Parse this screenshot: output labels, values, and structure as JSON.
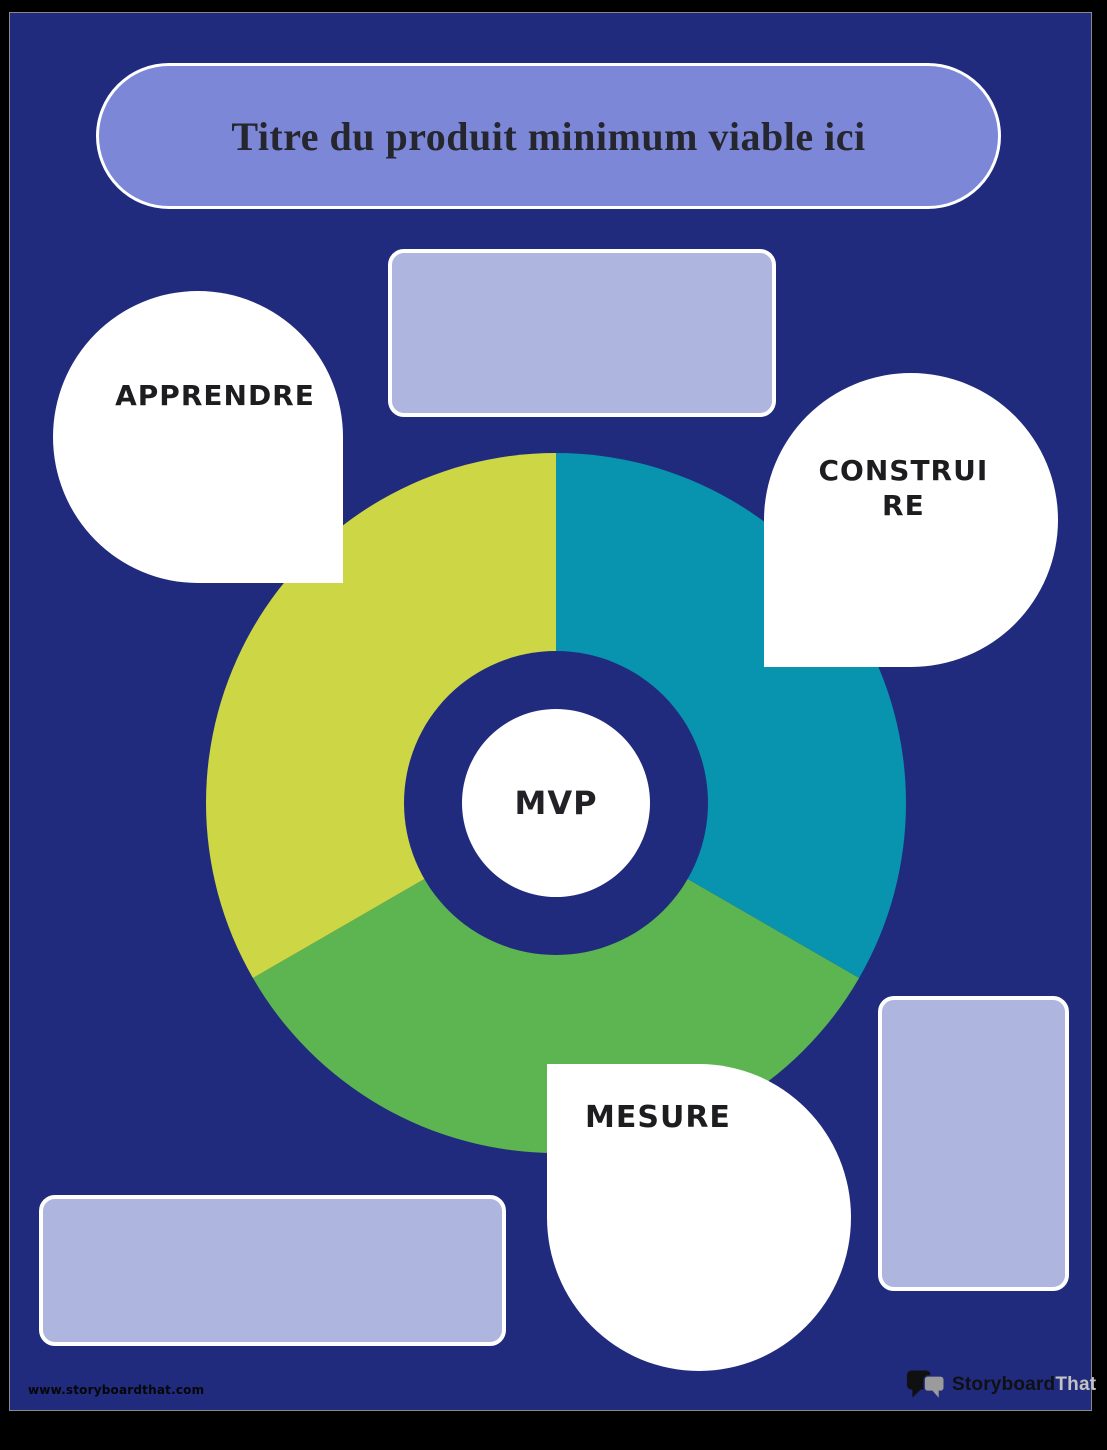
{
  "title": "Titre du produit minimum viable ici",
  "diagram": {
    "center_label": "MVP",
    "segments": [
      {
        "id": "construire",
        "label": "CONSTRUIRE",
        "color": "#0893ae",
        "fraction": 0.333,
        "position": "right"
      },
      {
        "id": "mesure",
        "label": "MESURE",
        "color": "#5cb551",
        "fraction": 0.333,
        "position": "bottom"
      },
      {
        "id": "apprendre",
        "label": "APPRENDRE",
        "color": "#cdd645",
        "fraction": 0.333,
        "position": "left"
      }
    ]
  },
  "footer": {
    "website": "www.storyboardthat.com",
    "logo": {
      "primary": "Storyboard",
      "secondary": "That"
    }
  },
  "colors": {
    "frame": "#000000",
    "background": "#202b7d",
    "title_pill": "#7c87d8",
    "placeholder_box": "#aeb5de",
    "segment_construire": "#0893ae",
    "segment_mesure": "#5cb551",
    "segment_apprendre": "#cdd645",
    "bubble": "#ffffff",
    "text_dark": "#1d1d20",
    "logo_gray": "#9b9b9b"
  }
}
